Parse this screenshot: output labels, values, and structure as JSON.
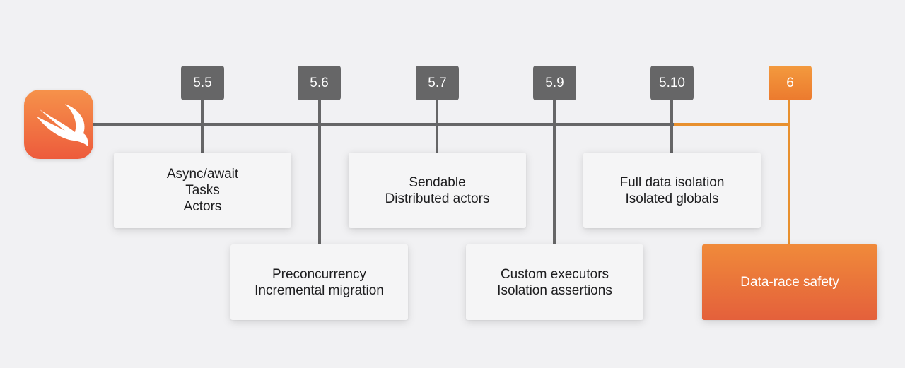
{
  "timeline": {
    "releases": [
      {
        "version": "5.5",
        "features": [
          "Async/await",
          "Tasks",
          "Actors"
        ]
      },
      {
        "version": "5.6",
        "features": [
          "Preconcurrency",
          "Incremental migration"
        ]
      },
      {
        "version": "5.7",
        "features": [
          "Sendable",
          "Distributed actors"
        ]
      },
      {
        "version": "5.9",
        "features": [
          "Custom executors",
          "Isolation assertions"
        ]
      },
      {
        "version": "5.10",
        "features": [
          "Full data isolation",
          "Isolated globals"
        ]
      },
      {
        "version": "6",
        "features": [
          "Data-race safety"
        ],
        "highlight": true
      }
    ]
  },
  "colors": {
    "background": "#f1f1f3",
    "line": "#666667",
    "accent": "#e8902e",
    "card_text": "#1d1d1f"
  },
  "logo": {
    "icon": "swift-logo-icon"
  }
}
